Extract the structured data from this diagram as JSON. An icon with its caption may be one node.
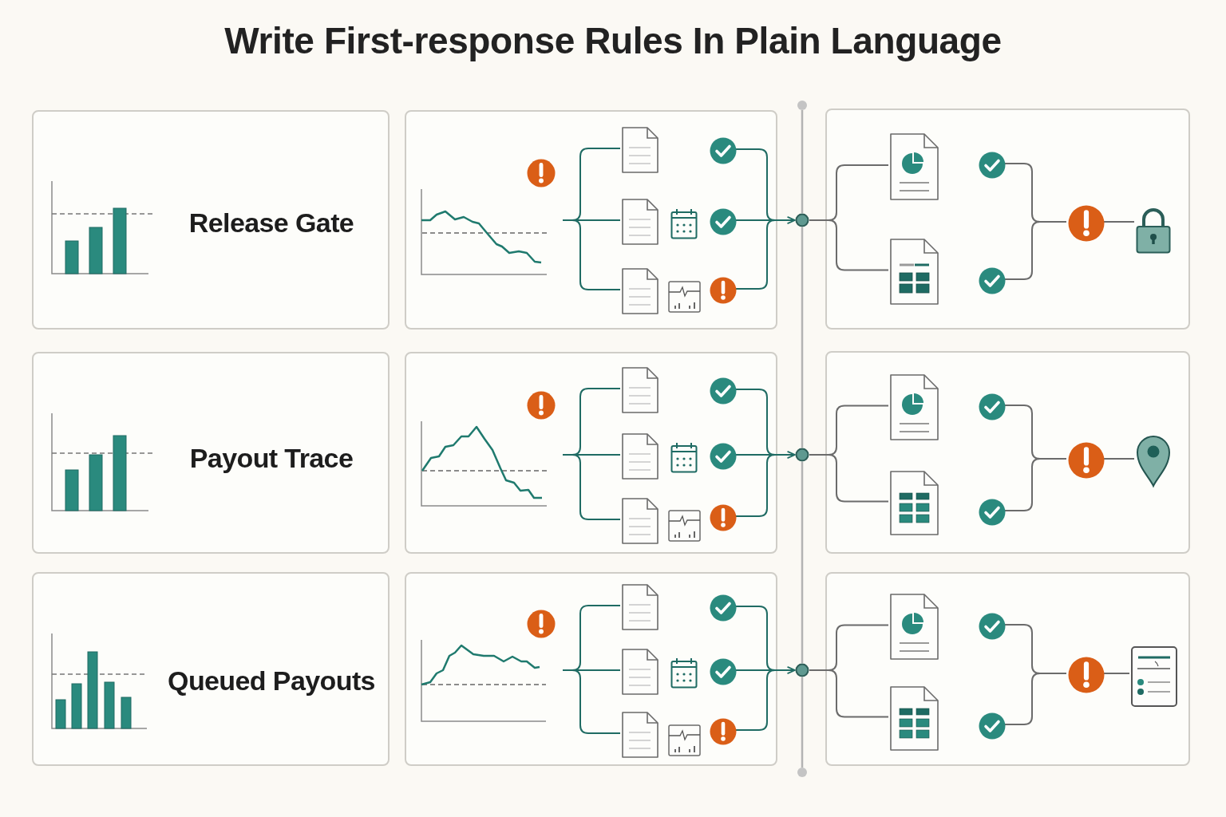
{
  "diagram": {
    "title": "Write First-response Rules In Plain Language",
    "nodes": [
      {
        "text": [],
        "shape": "circle"
      },
      {
        "text": [
          "Release Gate"
        ]
      },
      {
        "text": [],
        "shape": "box"
      },
      {
        "text": [],
        "shape": "document",
        "in": 2
      },
      {
        "text": [],
        "shape": "document",
        "in": 2
      },
      {
        "text": [],
        "shape": "document",
        "in": 2
      },
      {
        "text": [],
        "shape": "circle",
        "in": 2
      },
      {
        "text": [],
        "shape": "circle",
        "in": 2
      },
      {
        "text": [],
        "shape": "circle",
        "in": 2
      },
      {
        "text": [],
        "shape": "circle"
      },
      {
        "text": [],
        "shape": "box"
      },
      {
        "text": [],
        "shape": "document",
        "in": 10
      },
      {
        "text": [],
        "shape": "document",
        "in": 10
      },
      {
        "text": [],
        "shape": "circle",
        "in": 10
      },
      {
        "text": [],
        "shape": "circle",
        "in": 10
      },
      {
        "text": [],
        "shape": "circle",
        "in": 10
      },
      {
        "text": [],
        "shape": "picture",
        "in": 10
      },
      {
        "text": [
          "Payout Trace"
        ]
      },
      {
        "text": [],
        "shape": "box"
      },
      {
        "text": [],
        "shape": "document",
        "in": 18
      },
      {
        "text": [],
        "shape": "document",
        "in": 18
      },
      {
        "text": [],
        "shape": "document",
        "in": 18
      },
      {
        "text": [],
        "shape": "circle",
        "in": 18
      },
      {
        "text": [],
        "shape": "circle",
        "in": 18
      },
      {
        "text": [],
        "shape": "circle",
        "in": 18
      },
      {
        "text": [],
        "shape": "circle"
      },
      {
        "text": [],
        "shape": "box"
      },
      {
        "text": [],
        "shape": "document",
        "in": 26
      },
      {
        "text": [],
        "shape": "document",
        "in": 26
      },
      {
        "text": [],
        "shape": "circle",
        "in": 26
      },
      {
        "text": [],
        "shape": "circle",
        "in": 26
      },
      {
        "text": [],
        "shape": "circle",
        "in": 26
      },
      {
        "text": [],
        "shape": "picture",
        "in": 26
      },
      {
        "text": [
          "Queued Payouts"
        ]
      },
      {
        "text": [],
        "shape": "box"
      },
      {
        "text": [],
        "shape": "document",
        "in": 34
      },
      {
        "text": [],
        "shape": "document",
        "in": 34
      },
      {
        "text": [],
        "shape": "document",
        "in": 34
      },
      {
        "text": [],
        "shape": "circle",
        "in": 34
      },
      {
        "text": [],
        "shape": "circle",
        "in": 34
      },
      {
        "text": [],
        "shape": "circle",
        "in": 34
      },
      {
        "text": [],
        "shape": "circle"
      },
      {
        "text": [],
        "shape": "box"
      },
      {
        "text": [],
        "shape": "document",
        "in": 42
      },
      {
        "text": [],
        "shape": "document",
        "in": 42
      },
      {
        "text": [],
        "shape": "circle",
        "in": 42
      },
      {
        "text": [],
        "shape": "circle",
        "in": 42
      },
      {
        "text": [],
        "shape": "circle",
        "in": 42
      },
      {
        "text": [],
        "shape": "picture",
        "in": 42
      },
      {
        "text": [],
        "shape": "circle"
      }
    ],
    "edges": [
      {
        "from": null,
        "to": 3,
        "arrow": "none"
      },
      {
        "from": null,
        "to": 4,
        "arrow": "none"
      },
      {
        "from": null,
        "to": 5,
        "arrow": "none"
      },
      {
        "from": 6,
        "to": 9,
        "arrow": "none"
      },
      {
        "from": 7,
        "to": 9,
        "arrow": "to"
      },
      {
        "from": 8,
        "to": 9,
        "arrow": "none"
      },
      {
        "from": 9,
        "to": 11,
        "arrow": "none",
        "color": "#6b6b6b"
      },
      {
        "from": 9,
        "to": 12,
        "arrow": "none",
        "color": "#6b6b6b"
      },
      {
        "from": 13,
        "to": 15,
        "arrow": "none",
        "color": "#6b6b6b"
      },
      {
        "from": 14,
        "to": 15,
        "arrow": "none",
        "color": "#6b6b6b"
      },
      {
        "from": 15,
        "to": 16,
        "arrow": "none",
        "color": "#6b6b6b"
      },
      {
        "from": null,
        "to": 19,
        "arrow": "none"
      },
      {
        "from": null,
        "to": 20,
        "arrow": "none"
      },
      {
        "from": null,
        "to": 21,
        "arrow": "none"
      },
      {
        "from": 22,
        "to": 25,
        "arrow": "none"
      },
      {
        "from": 23,
        "to": 25,
        "arrow": "to"
      },
      {
        "from": 24,
        "to": 25,
        "arrow": "none"
      },
      {
        "from": 25,
        "to": 27,
        "arrow": "none",
        "color": "#6b6b6b"
      },
      {
        "from": 25,
        "to": 28,
        "arrow": "none",
        "color": "#6b6b6b"
      },
      {
        "from": 29,
        "to": 31,
        "arrow": "none",
        "color": "#6b6b6b"
      },
      {
        "from": 30,
        "to": 31,
        "arrow": "none",
        "color": "#6b6b6b"
      },
      {
        "from": 31,
        "to": 32,
        "arrow": "none",
        "color": "#6b6b6b"
      },
      {
        "from": null,
        "to": 35,
        "arrow": "none"
      },
      {
        "from": null,
        "to": 36,
        "arrow": "none"
      },
      {
        "from": null,
        "to": 37,
        "arrow": "none"
      },
      {
        "from": 38,
        "to": 41,
        "arrow": "none"
      },
      {
        "from": 39,
        "to": 41,
        "arrow": "to"
      },
      {
        "from": 40,
        "to": 41,
        "arrow": "none"
      },
      {
        "from": 41,
        "to": 43,
        "arrow": "none",
        "color": "#6b6b6b"
      },
      {
        "from": 41,
        "to": 44,
        "arrow": "none",
        "color": "#6b6b6b"
      },
      {
        "from": 45,
        "to": 47,
        "arrow": "none",
        "color": "#6b6b6b"
      },
      {
        "from": 46,
        "to": 47,
        "arrow": "none",
        "color": "#6b6b6b"
      },
      {
        "from": 47,
        "to": 48,
        "arrow": "none",
        "color": "#6b6b6b"
      },
      {
        "from": 0,
        "to": 9,
        "arrow": "none",
        "color": "#b3b3b3"
      },
      {
        "from": 9,
        "to": 25,
        "arrow": "none",
        "color": "#b3b3b3"
      },
      {
        "from": 25,
        "to": 41,
        "arrow": "none",
        "color": "#b3b3b3"
      },
      {
        "from": 41,
        "to": 49,
        "arrow": "none",
        "color": "#b3b3b3"
      }
    ]
  }
}
